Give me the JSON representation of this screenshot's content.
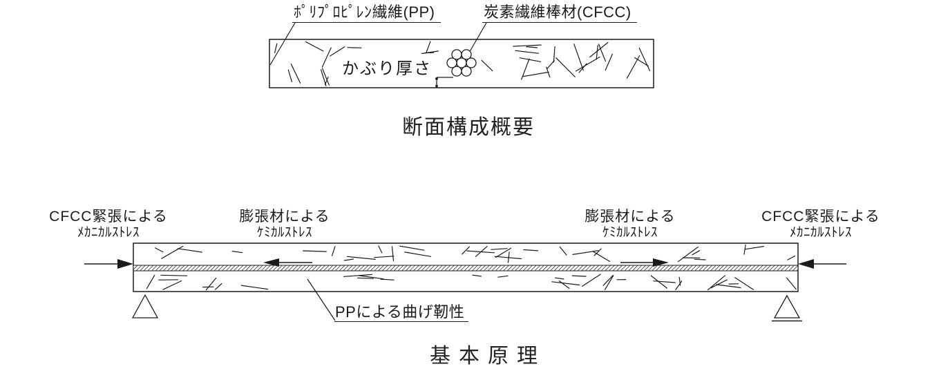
{
  "colors": {
    "ink": "#1a1a1a",
    "background": "#ffffff"
  },
  "figure1": {
    "label_pp_fiber": "ﾎﾟﾘﾌﾟﾛﾋﾟﾚﾝ繊維(PP)",
    "label_cfcc_rod": "炭素繊維棒材(CFCC)",
    "label_cover_thickness": "かぶり厚さ",
    "title": "断面構成概要"
  },
  "figure2": {
    "stress_labels": [
      {
        "id": "cfcc-tension-left",
        "line1": "CFCC緊張による",
        "line2": "ﾒｶﾆｶﾙｽﾄﾚｽ"
      },
      {
        "id": "expansion-left",
        "line1": "膨張材による",
        "line2": "ｹﾐｶﾙｽﾄﾚｽ"
      },
      {
        "id": "expansion-right",
        "line1": "膨張材による",
        "line2": "ｹﾐｶﾙｽﾄﾚｽ"
      },
      {
        "id": "cfcc-tension-right",
        "line1": "CFCC緊張による",
        "line2": "ﾒｶﾆｶﾙｽﾄﾚｽ"
      }
    ],
    "label_pp_toughness": "PPによる曲げ靭性",
    "title": "基本原理"
  }
}
